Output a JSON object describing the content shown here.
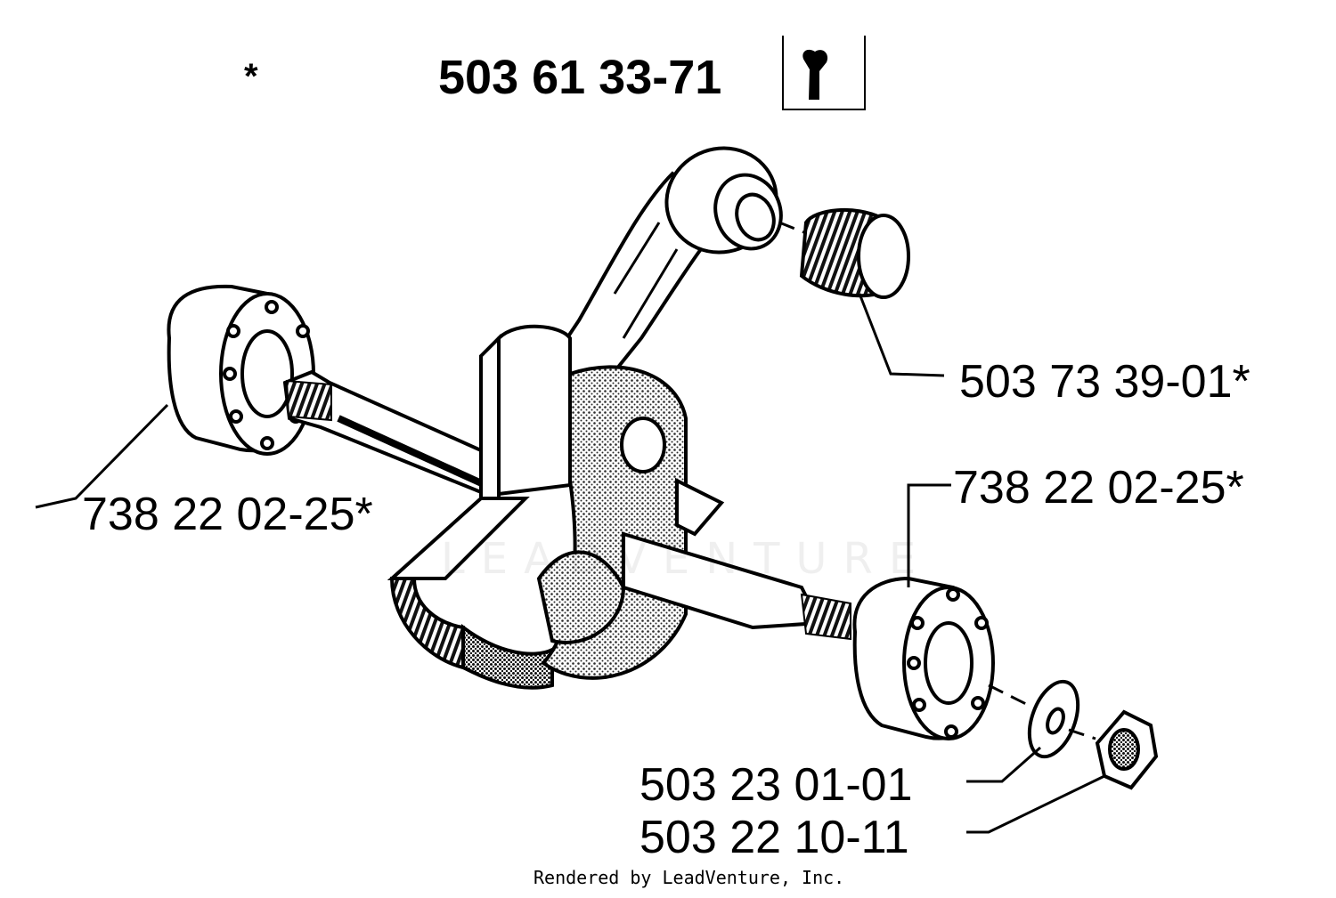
{
  "header": {
    "marker": "*",
    "part_number": "503 61 33-71",
    "tool_icon": "wrench-icon"
  },
  "callouts": {
    "bearing_left": "738 22 02-25*",
    "needle_bearing": "503 73 39-01*",
    "bearing_right": "738 22 02-25*",
    "washer": "503 23 01-01",
    "nut": "503 22 10-11"
  },
  "watermark": "LEADVENTURE",
  "footer": {
    "credit": "Rendered by LeadVenture, Inc."
  },
  "colors": {
    "ink": "#000000",
    "paper": "#ffffff",
    "hatch": "#3a3a3a"
  }
}
